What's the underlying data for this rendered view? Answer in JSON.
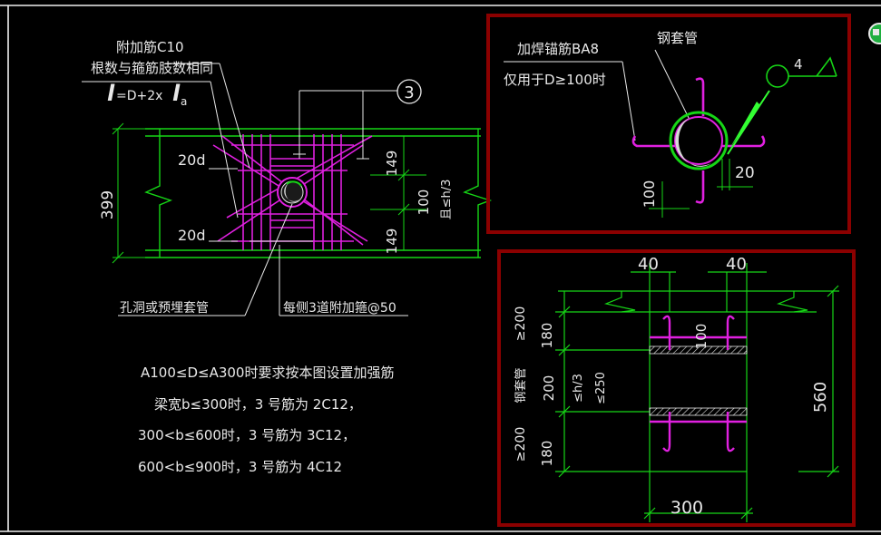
{
  "colors": {
    "background": "#000000",
    "frame_white": "#f0f0f0",
    "beam_line": "#16d616",
    "rebar": "#e020e0",
    "dimension": "#16d616",
    "text": "#e8e8e8",
    "detail_border": "#8b0000",
    "sleeve_fill": "#d8d8d8",
    "leader_green": "#33ff33"
  },
  "icons": {
    "corner_button": "green-circle-button-icon",
    "section_marker": "triangle-flag-icon"
  },
  "main_detail": {
    "note_line1": "附加筋C10",
    "note_line2": "根数与箍筋肢数相同",
    "formula_l": "l",
    "formula_mid": "=D+2x",
    "formula_la": "l",
    "formula_a": "a",
    "marker_number": "3",
    "label_20d_top": "20d",
    "label_20d_bottom": "20d",
    "dim_399": "399",
    "dim_149_top": "149",
    "dim_100": "100",
    "dim_h3": "且≤h/3",
    "dim_149_bottom": "149",
    "label_hole": "孔洞或预埋套管",
    "label_stirrup": "每侧3道附加箍@50"
  },
  "notes": {
    "line1": "A100≤D≤A300时要求按本图设置加强筋",
    "line2": "梁宽b≤300时，3 号筋为 2C12，",
    "line3": "300<b≤600时，3 号筋为 3C12，",
    "line4": "600<b≤900时，3 号筋为 4C12"
  },
  "detail_sleeve": {
    "label_weld": "加焊锚筋BA8",
    "label_condition": "仅用于D≥100时",
    "label_steel_pipe": "钢套管",
    "marker_number": "4",
    "dim_20": "20",
    "dim_100": "100"
  },
  "detail_section": {
    "dim_40_left": "40",
    "dim_40_right": "40",
    "label_ge200_top": "≥200",
    "dim_180_top": "180",
    "dim_100": "100",
    "label_steel_pipe": "钢套管",
    "dim_200": "200",
    "dim_h3": "≤h/3",
    "dim_250": "≤250",
    "label_ge200_bottom": "≥200",
    "dim_180_bottom": "180",
    "dim_560": "560",
    "dim_300": "300"
  }
}
